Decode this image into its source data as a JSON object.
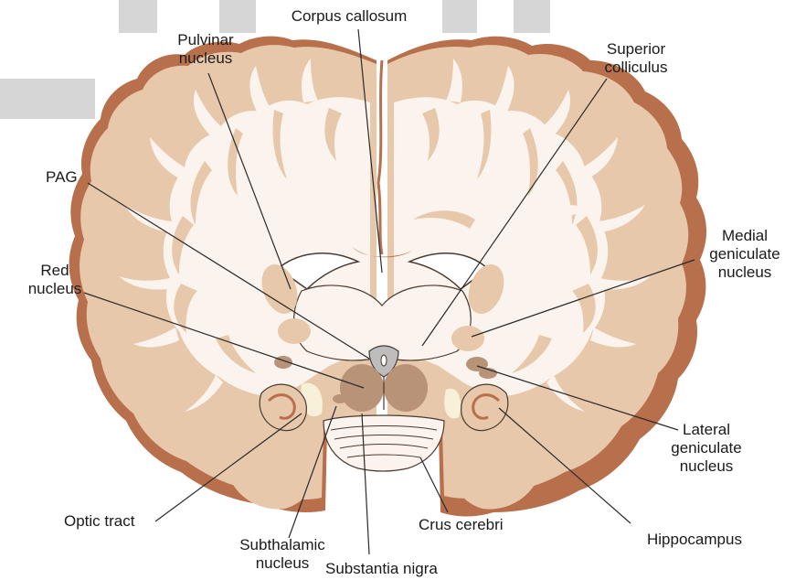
{
  "figure": {
    "colors": {
      "background": "#ffffff",
      "cortex_gray": "#e8c8aa",
      "white_matter": "#fbf4ee",
      "pia_edge": "#b86f4c",
      "nuclei": "#d6b59a",
      "dark_nuclei": "#b99378",
      "pag_gray": "#bdbdbd",
      "pale_yellow": "#f6f1d8",
      "outline": "#4a3a30",
      "leader_line": "#2a2a2a",
      "redaction": "#d6d6d6"
    },
    "labels": {
      "corpus_callosum": "Corpus callosum",
      "pulvinar_1": "Pulvinar",
      "pulvinar_2": "nucleus",
      "superior_1": "Superior",
      "superior_2": "colliculus",
      "pag": "PAG",
      "medial_1": "Medial",
      "medial_2": "geniculate",
      "medial_3": "nucleus",
      "red_1": "Red",
      "red_2": "nucleus",
      "lateral_1": "Lateral",
      "lateral_2": "geniculate",
      "lateral_3": "nucleus",
      "optic_tract": "Optic tract",
      "crus_cerebri": "Crus cerebri",
      "hippocampus": "Hippocampus",
      "subthalamic_1": "Subthalamic",
      "subthalamic_2": "nucleus",
      "substantia_nigra": "Substantia nigra"
    }
  }
}
